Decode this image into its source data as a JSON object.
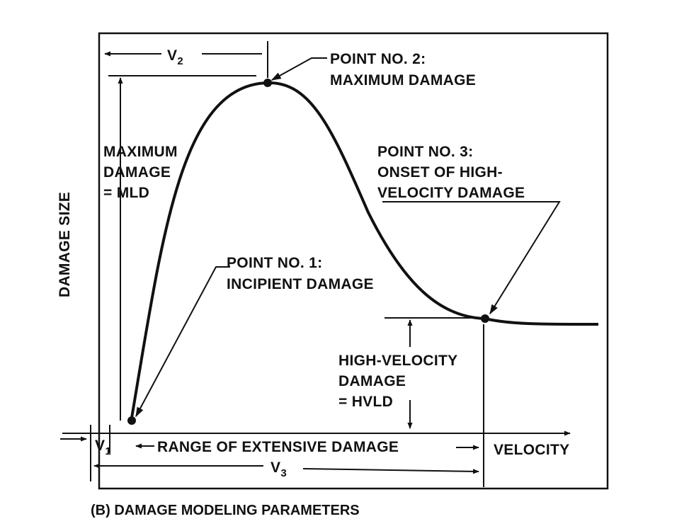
{
  "diagram": {
    "y_axis_label": "DAMAGE SIZE",
    "x_axis_label": "VELOCITY",
    "caption": "(B) DAMAGE MODELING PARAMETERS",
    "v1": {
      "base": "V",
      "subscript": "1"
    },
    "v2": {
      "base": "V",
      "subscript": "2"
    },
    "v3": {
      "base": "V",
      "subscript": "3"
    },
    "range_label": "RANGE OF EXTENSIVE DAMAGE",
    "point1": {
      "line1": "POINT NO. 1:",
      "line2": "INCIPIENT DAMAGE"
    },
    "point2": {
      "line1": "POINT NO. 2:",
      "line2": "MAXIMUM DAMAGE"
    },
    "point3": {
      "line1": "POINT NO. 3:",
      "line2": "ONSET OF HIGH-",
      "line3": "VELOCITY DAMAGE"
    },
    "max_damage": {
      "line1": "MAXIMUM",
      "line2": "DAMAGE",
      "line3": "= MLD"
    },
    "hv_damage": {
      "line1": "HIGH-VELOCITY",
      "line2": "DAMAGE",
      "line3": "= HVLD"
    },
    "colors": {
      "ink": "#111111",
      "paper": "#ffffff"
    }
  }
}
